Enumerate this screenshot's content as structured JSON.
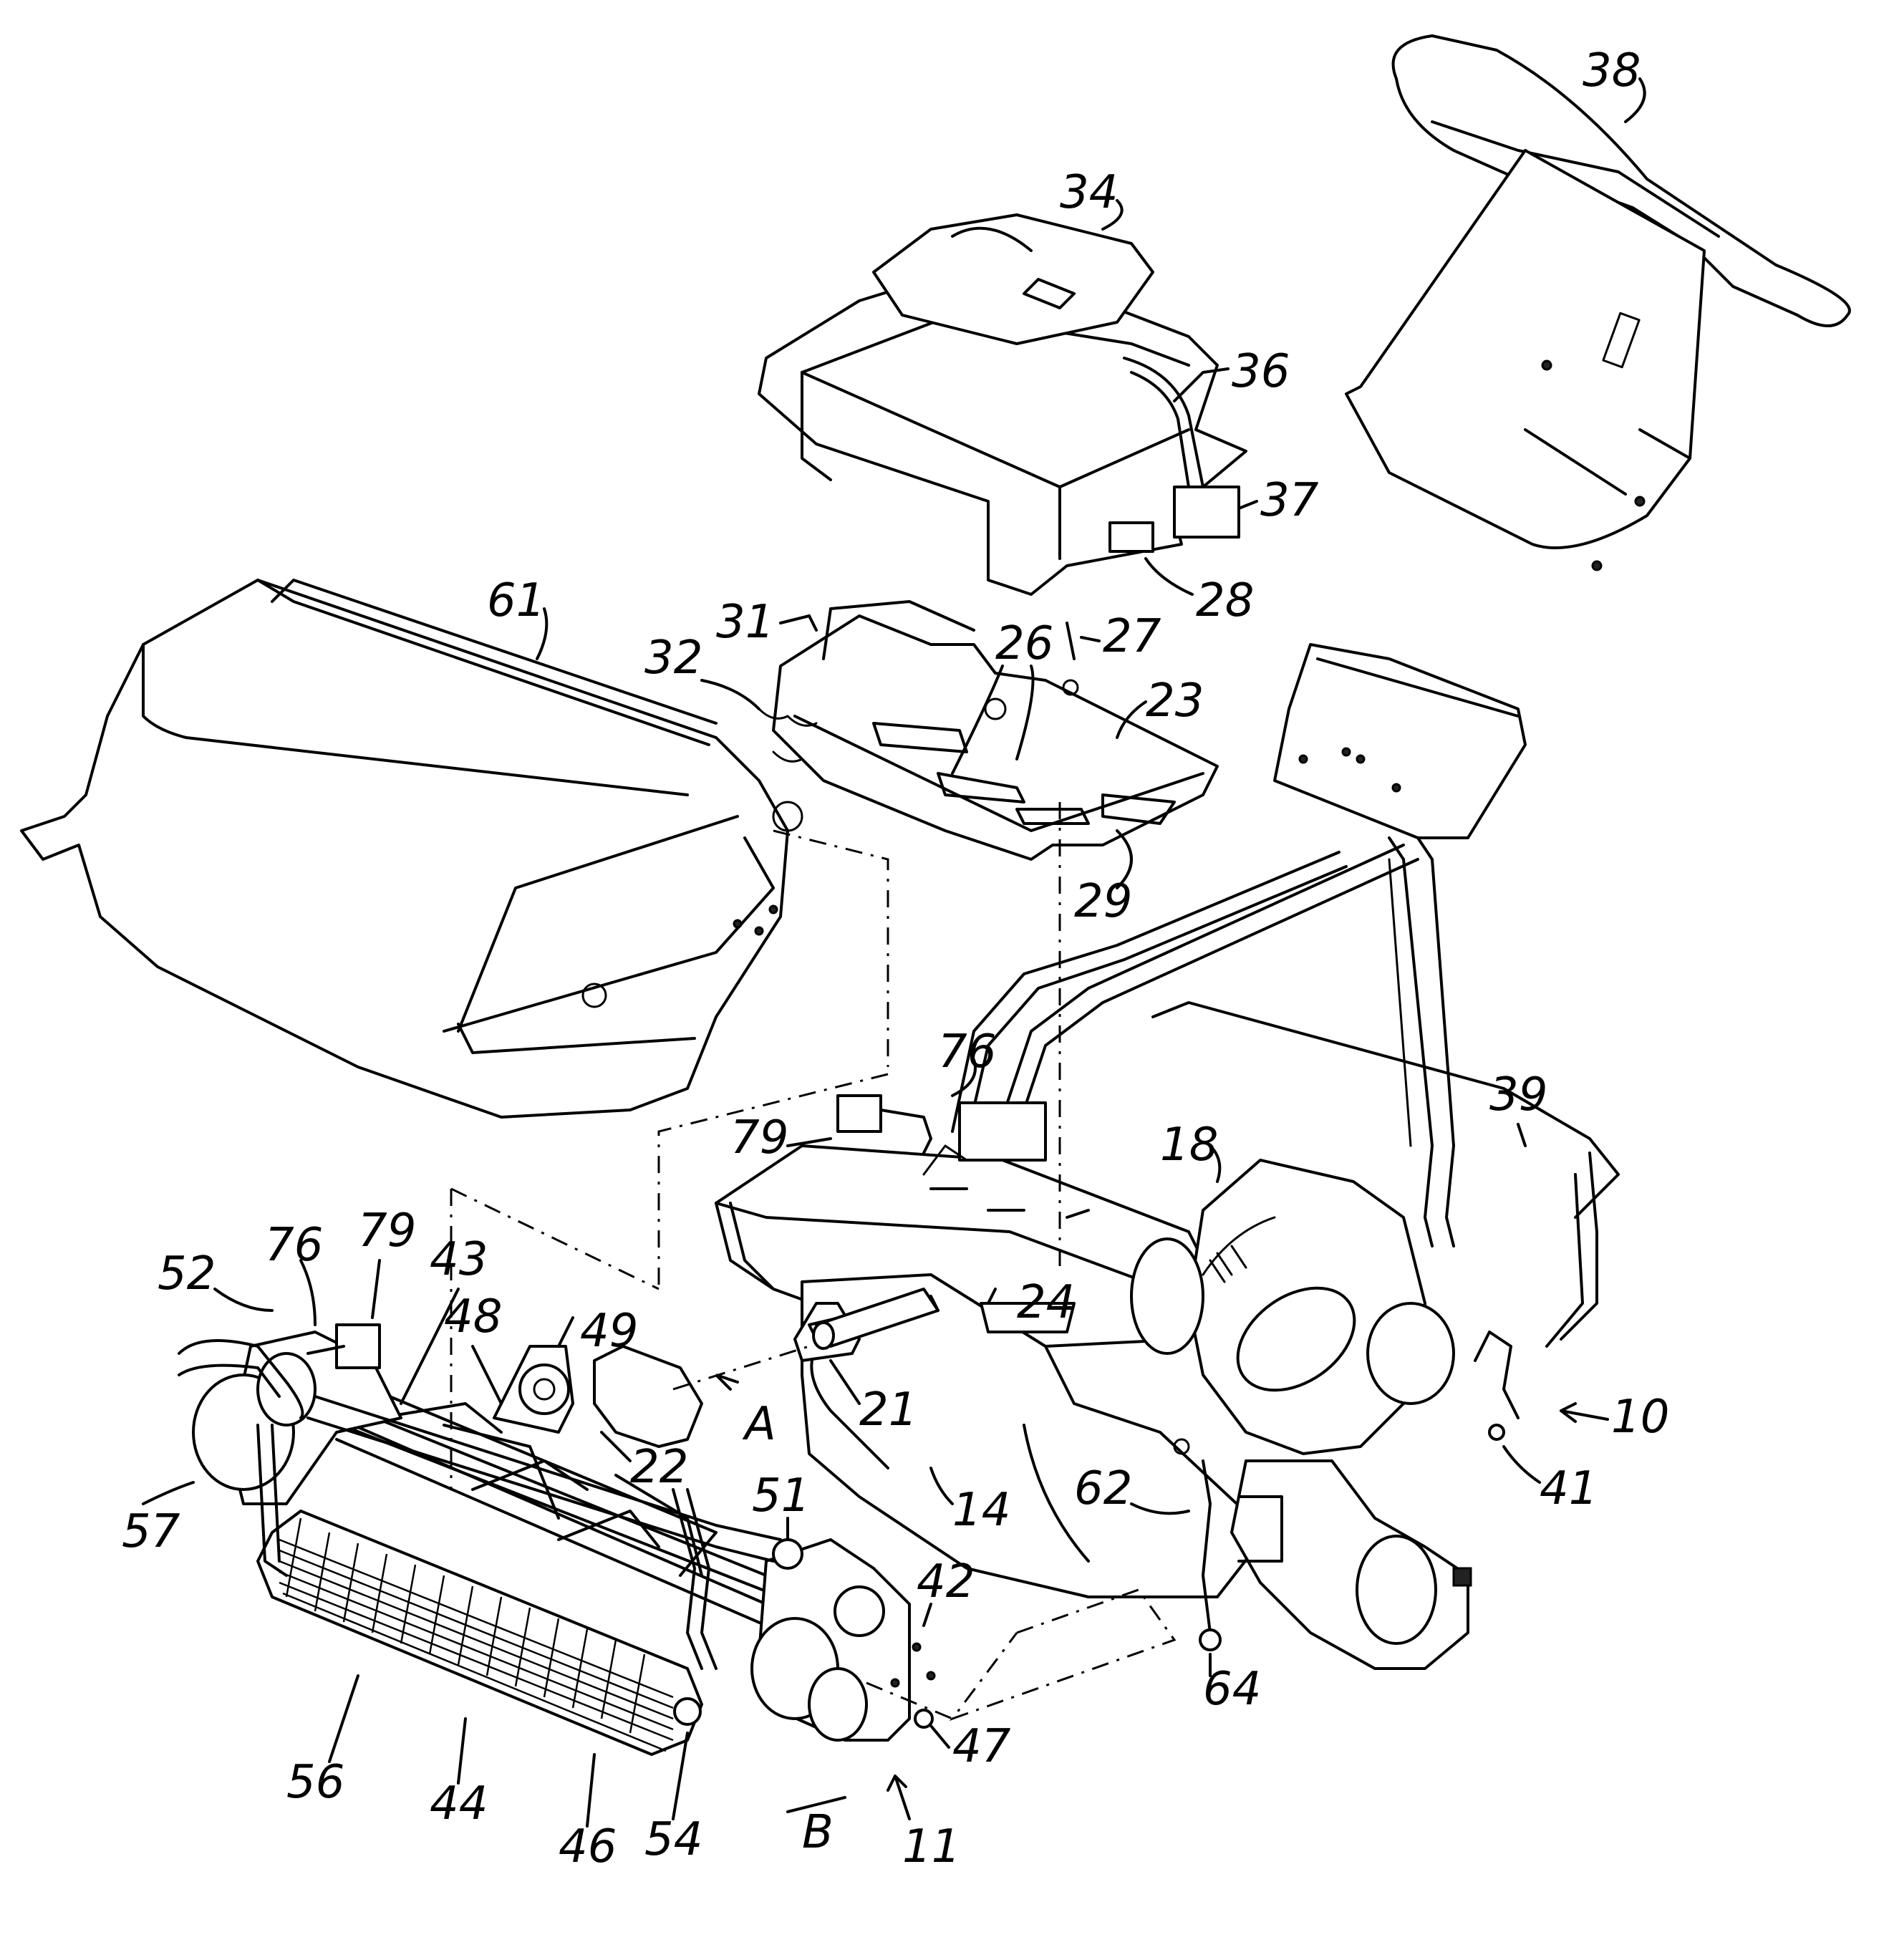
{
  "labels": [
    {
      "id": "l10",
      "text": "10"
    },
    {
      "id": "l11",
      "text": "11"
    },
    {
      "id": "l14",
      "text": "14"
    },
    {
      "id": "l18",
      "text": "18"
    },
    {
      "id": "l21",
      "text": "21"
    },
    {
      "id": "l22",
      "text": "22"
    },
    {
      "id": "l23",
      "text": "23"
    },
    {
      "id": "l24",
      "text": "24"
    },
    {
      "id": "l26",
      "text": "26"
    },
    {
      "id": "l27",
      "text": "27"
    },
    {
      "id": "l28",
      "text": "28"
    },
    {
      "id": "l29",
      "text": "29"
    },
    {
      "id": "l31",
      "text": "31"
    },
    {
      "id": "l32",
      "text": "32"
    },
    {
      "id": "l34",
      "text": "34"
    },
    {
      "id": "l36",
      "text": "36"
    },
    {
      "id": "l37",
      "text": "37"
    },
    {
      "id": "l38",
      "text": "38"
    },
    {
      "id": "l39",
      "text": "39"
    },
    {
      "id": "l41",
      "text": "41"
    },
    {
      "id": "l42",
      "text": "42"
    },
    {
      "id": "l43",
      "text": "43"
    },
    {
      "id": "l44",
      "text": "44"
    },
    {
      "id": "l46",
      "text": "46"
    },
    {
      "id": "l47",
      "text": "47"
    },
    {
      "id": "l48",
      "text": "48"
    },
    {
      "id": "l49",
      "text": "49"
    },
    {
      "id": "l51",
      "text": "51"
    },
    {
      "id": "l52",
      "text": "52"
    },
    {
      "id": "l54",
      "text": "54"
    },
    {
      "id": "l56",
      "text": "56"
    },
    {
      "id": "l57",
      "text": "57"
    },
    {
      "id": "l61",
      "text": "61"
    },
    {
      "id": "l62",
      "text": "62"
    },
    {
      "id": "l64",
      "text": "64"
    },
    {
      "id": "l76a",
      "text": "76"
    },
    {
      "id": "l76b",
      "text": "76"
    },
    {
      "id": "l79a",
      "text": "79"
    },
    {
      "id": "l79b",
      "text": "79"
    },
    {
      "id": "lA",
      "text": "A"
    },
    {
      "id": "lB",
      "text": "B"
    }
  ]
}
